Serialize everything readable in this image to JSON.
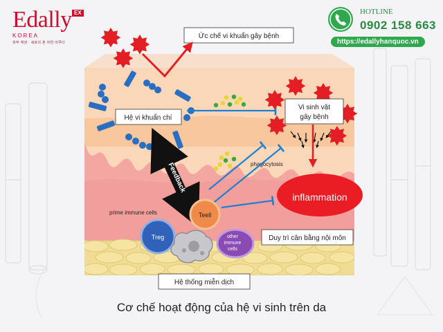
{
  "brand": {
    "name": "Edally",
    "badge": "EX",
    "sub": "KOREA",
    "tagline": "피부 재생 · 세포의 혼 자연 이루다"
  },
  "contact": {
    "hotline_label": "HOTLINE",
    "phone": "0902 158 663",
    "website": "https://edallyhanquoc.vn"
  },
  "labels": {
    "inhibit_pathogens": "Ức chế vi khuẩn gây bệnh",
    "commensal_flora": "Hệ vi khuẩn chí",
    "pathogen_line1": "Vi sinh vật",
    "pathogen_line2": "gây bệnh",
    "phagocytosis": "phagocytosis",
    "feedback": "Feedback",
    "inflammation": "inflammation",
    "prime_immune_cells": "prime immune cells",
    "treg": "Treg",
    "teell": "Teell",
    "other_line1": "other",
    "other_line2": "immune",
    "other_line3": "cells",
    "homeostasis": "Duy trì cân bằng nội môn",
    "immune_system": "Hệ thống miễn dịch"
  },
  "caption": "Cơ chế hoạt động của hệ vi sinh trên da",
  "colors": {
    "brand_red": "#c8102e",
    "hotline_green": "#2a8a44",
    "inflammation": "#ea1c24",
    "inhibit_blue": "#1f7fd0",
    "bacteria_blue": "#2a6ec2",
    "treg": "#2f62b8",
    "teell": "#f08a4b",
    "other_cells": "#8a4bb4"
  },
  "icons": {
    "phone": "phone-icon",
    "pathogen": "red-star-burst-icon",
    "commensal": "blue-bacteria-icon",
    "metabolite": "yellow-green-dot-icon"
  }
}
